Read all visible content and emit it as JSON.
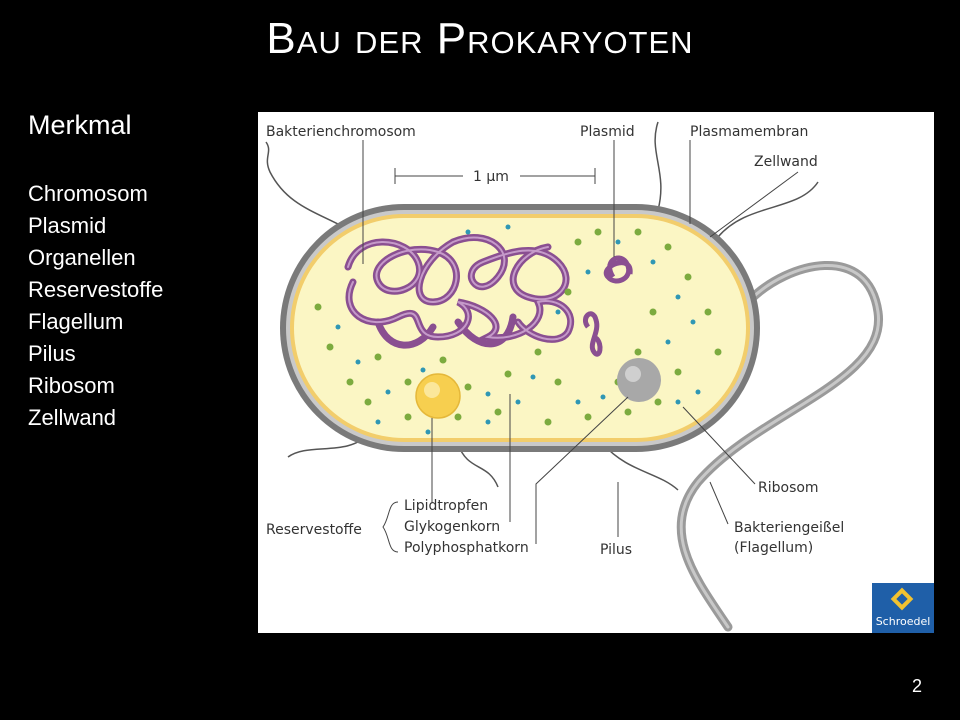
{
  "slide": {
    "title": "Bau der Prokaryoten",
    "page_number": "2"
  },
  "features": {
    "heading": "Merkmal",
    "items": [
      "Chromosom",
      "Plasmid",
      "Organellen",
      "Reservestoffe",
      "Flagellum",
      "Pilus",
      "Ribosom",
      "Zellwand"
    ]
  },
  "diagram": {
    "labels": {
      "chromosome": "Bakterienchromosom",
      "plasmid": "Plasmid",
      "plasma_membrane": "Plasmamembran",
      "cell_wall": "Zellwand",
      "scale": "1 µm",
      "ribosome": "Ribosom",
      "flagellum_line1": "Bakteriengeißel",
      "flagellum_line2": "(Flagellum)",
      "pilus": "Pilus",
      "reserve": "Reservestoffe",
      "lipid": "Lipidtropfen",
      "glycogen": "Glykogenkorn",
      "polyphosphate": "Polyphosphatkorn"
    },
    "colors": {
      "cytoplasm": "#fbf6c4",
      "membrane": "#f2cd6b",
      "cell_wall": "#7a7a7a",
      "chromosome": "#8a4f91",
      "ribosome_dot": "#2f97b4",
      "glycogen_dot": "#7cab3f",
      "lipid": "#f7cf4f",
      "polyphosphate": "#a8a8a8"
    },
    "publisher": "Schroedel"
  }
}
